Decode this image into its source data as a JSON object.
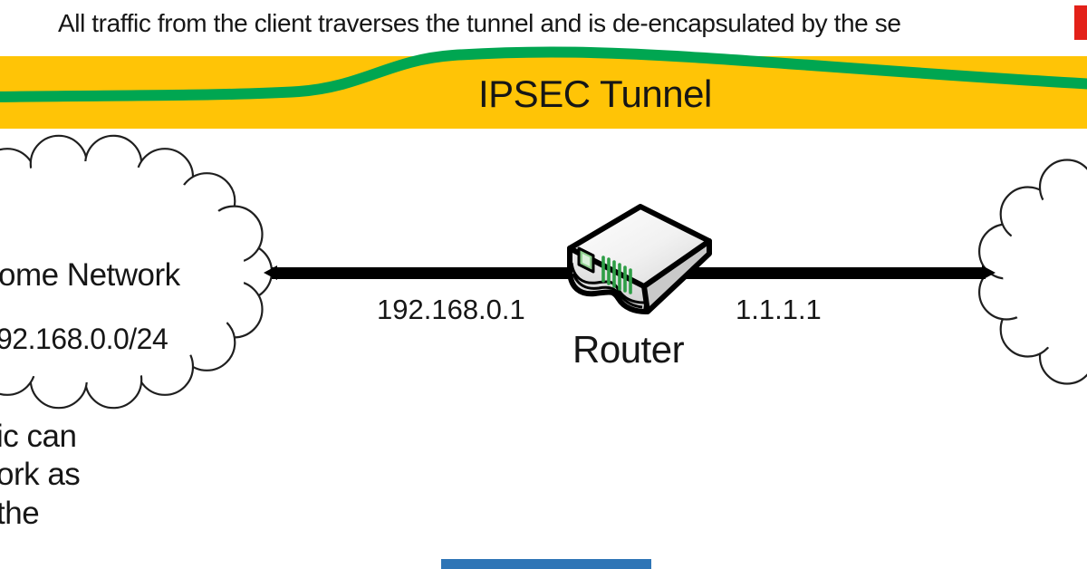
{
  "caption": "All traffic from the client traverses the tunnel and is de-encapsulated by the se",
  "tunnel_band": {
    "label": "IPSEC Tunnel",
    "band_color": "#FFC406",
    "curve_color": "#00A651"
  },
  "home_network_cloud": {
    "title_fragment": "ome Network",
    "subnet_fragment": "92.168.0.0/24"
  },
  "links": {
    "lan_ip": "192.168.0.1",
    "wan_ip": "1.1.1.1",
    "line_color": "#000000"
  },
  "router": {
    "label": "Router"
  },
  "note_fragments": {
    "line1": "ic can",
    "line2": "ork as",
    "line3": "the"
  },
  "edge_shapes": {
    "red_bar_color": "#E32119",
    "blue_bar_color": "#2E75B6"
  }
}
